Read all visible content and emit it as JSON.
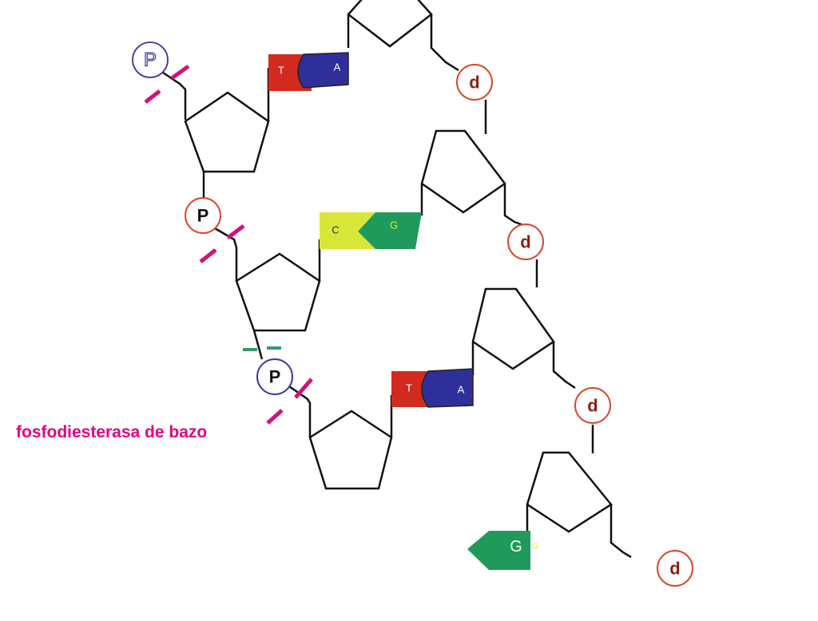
{
  "labels": {
    "enzyme": "fosfodiesterasa de bazo",
    "phosphate": "P",
    "deoxy": "d"
  },
  "bases": {
    "t1": "T",
    "a1": "A",
    "c1": "C",
    "g1": "G",
    "t2": "T",
    "a2": "A",
    "g2": "G",
    "g2_small": "G"
  },
  "colors": {
    "enzyme_text": "#e6007e",
    "cut_mark": "#d1127a",
    "cut_mark_green": "#2e9e6a",
    "phosphate_blue": "#3a3aa0",
    "phosphate_red": "#d9462b",
    "deoxy_text": "#8a1f12",
    "thymine": "#d22a1e",
    "adenine": "#2f2f9a",
    "cytosine": "#d8e63a",
    "guanine": "#1f9a5a"
  }
}
